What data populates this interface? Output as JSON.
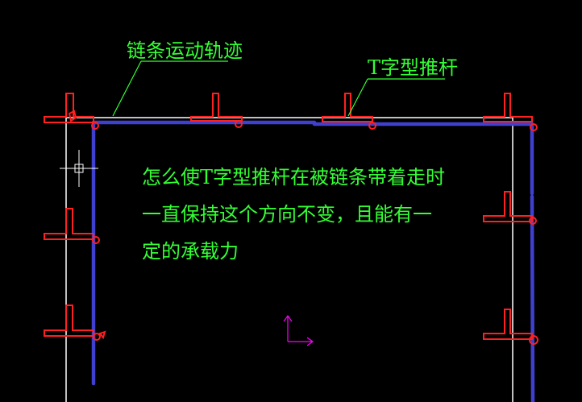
{
  "labels": {
    "chain_path": "链条运动轨迹",
    "t_pusher": "T字型推杆"
  },
  "question": {
    "line1": "怎么使T字型推杆在被链条带着走时",
    "line2": "一直保持这个方向不变，且能有一",
    "line3": "定的承载力"
  },
  "colors": {
    "background": "#000000",
    "frame": "#ffffff",
    "chain": "#4040d0",
    "pusher": "#ff2020",
    "text": "#33ff33",
    "ucs": "#ff00ff"
  },
  "icons": {
    "cursor": "crosshair-icon",
    "ucs": "ucs-axis-icon"
  }
}
